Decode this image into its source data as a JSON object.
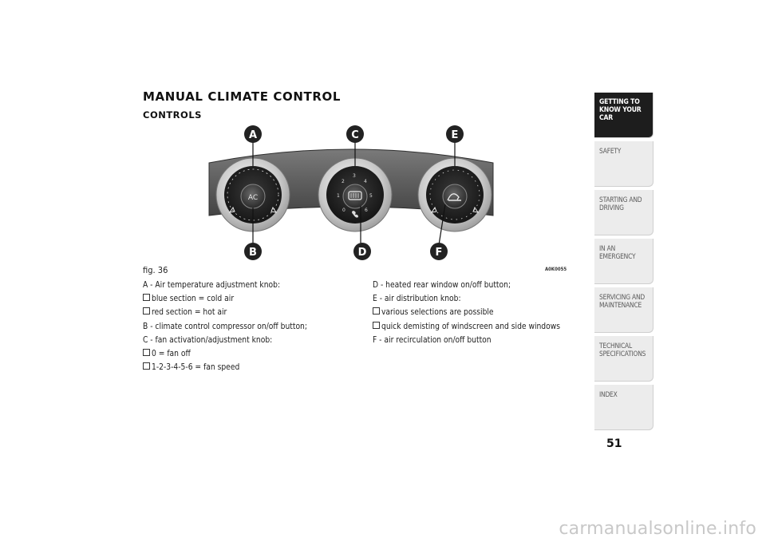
{
  "heading": {
    "title": "MANUAL CLIMATE CONTROL",
    "subtitle": "CONTROLS"
  },
  "figure": {
    "callouts": {
      "A": "A",
      "B": "B",
      "C": "C",
      "D": "D",
      "E": "E",
      "F": "F"
    },
    "ac_button_label": "AC",
    "fan_scale": [
      "0",
      "1",
      "2",
      "3",
      "4",
      "5",
      "6"
    ],
    "caption": "fig. 36",
    "code": "A0K0055"
  },
  "legend_left": [
    {
      "bullet": false,
      "text": "A - Air temperature adjustment knob:"
    },
    {
      "bullet": true,
      "text": "blue section = cold air"
    },
    {
      "bullet": true,
      "text": "red section = hot air"
    },
    {
      "bullet": false,
      "text": "B - climate control compressor on/off button;"
    },
    {
      "bullet": false,
      "text": "C - fan activation/adjustment knob:"
    },
    {
      "bullet": true,
      "text": "0 = fan off"
    },
    {
      "bullet": true,
      "text": "1-2-3-4-5-6 = fan speed"
    }
  ],
  "legend_right": [
    {
      "bullet": false,
      "text": "D - heated rear window on/off button;"
    },
    {
      "bullet": false,
      "text": "E - air distribution knob:"
    },
    {
      "bullet": true,
      "text": "various selections are possible"
    },
    {
      "bullet": true,
      "text": "quick demisting of windscreen and side windows"
    },
    {
      "bullet": false,
      "text": "F - air recirculation on/off button"
    }
  ],
  "sidebar": {
    "tabs": [
      {
        "label": "GETTING TO KNOW YOUR CAR",
        "active": true
      },
      {
        "label": "SAFETY",
        "active": false
      },
      {
        "label": "STARTING AND DRIVING",
        "active": false
      },
      {
        "label": "IN AN EMERGENCY",
        "active": false
      },
      {
        "label": "SERVICING AND MAINTENANCE",
        "active": false
      },
      {
        "label": "TECHNICAL SPECIFICATIONS",
        "active": false
      },
      {
        "label": "INDEX",
        "active": false
      }
    ]
  },
  "page_number": "51",
  "watermark": "carmanualsonline.info"
}
